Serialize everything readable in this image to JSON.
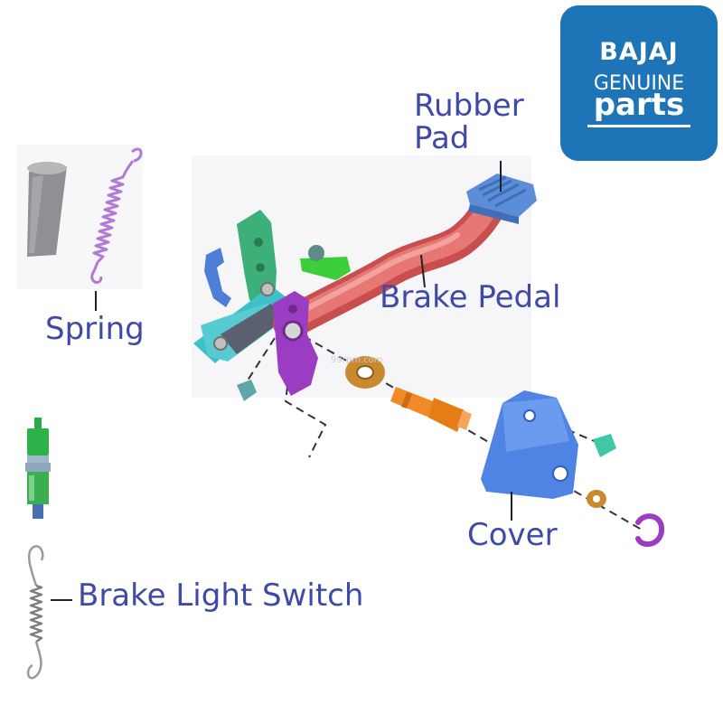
{
  "labels": {
    "rubber_pad_line1": "Rubber",
    "rubber_pad_line2": "Pad",
    "brake_pedal": "Brake Pedal",
    "spring": "Spring",
    "cover": "Cover",
    "brake_light_switch": "Brake Light Switch"
  },
  "logo": {
    "brand": "BAJAJ",
    "line1": "GENUINE",
    "line2": "parts"
  },
  "watermark": "99rpm.com",
  "colors": {
    "label_text": "#3f4aa8",
    "logo_bg": "#1d74b6",
    "pedal_arm": "#d9625e",
    "rubber_pad": "#5b8ed6",
    "cover": "#5287e6",
    "bracket": "#9b3dc2",
    "spring": "#b07ad6",
    "pivot_pin": "#ef8a26",
    "washer": "#c9892f",
    "sleeve": "#8f9093"
  }
}
